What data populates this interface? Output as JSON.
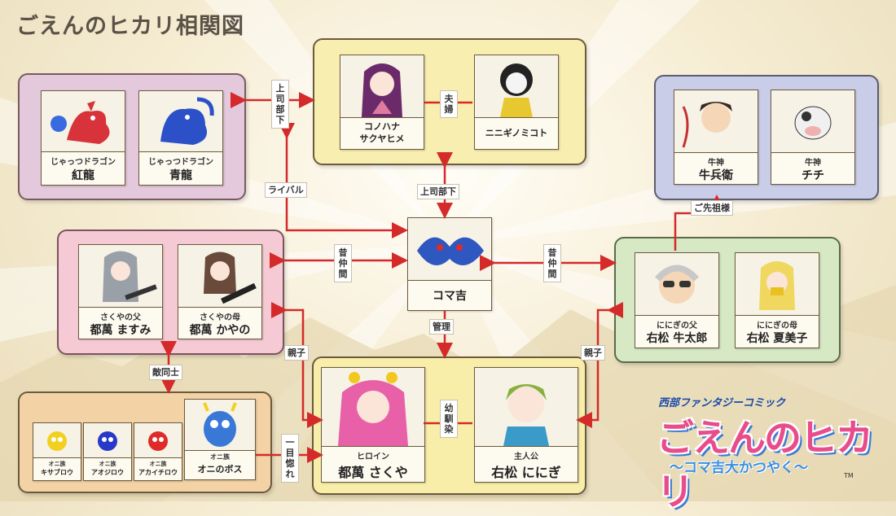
{
  "title": "ごえんのヒカリ相関図",
  "groups": {
    "dragon": {
      "members": [
        {
          "sub": "じゃっつドラゴン",
          "name": "紅龍",
          "icon": "red-dragon",
          "color": "#d8323a"
        },
        {
          "sub": "じゃっつドラゴン",
          "name": "青龍",
          "icon": "blue-dragon",
          "color": "#2c50c8"
        }
      ]
    },
    "god": {
      "members": [
        {
          "name_line1": "コノハナ",
          "name_line2": "サクヤヒメ",
          "icon": "princess-goddess",
          "color": "#6b2a6a"
        },
        {
          "name": "ニニギノミコト",
          "icon": "masked-god",
          "color": "#e8c830"
        }
      ],
      "link": "夫婦"
    },
    "cow": {
      "members": [
        {
          "sub": "牛神",
          "name": "牛兵衛",
          "icon": "bull-god",
          "color": "#3a2a20"
        },
        {
          "sub": "牛神",
          "name": "チチ",
          "icon": "cow",
          "color": "#f0f0f0"
        }
      ]
    },
    "family": {
      "members": [
        {
          "sub": "さくやの父",
          "name": "都萬 ますみ",
          "icon": "guitar-father",
          "color": "#9aa0a8"
        },
        {
          "sub": "さくやの母",
          "name": "都萬 かやの",
          "icon": "guitar-mother",
          "color": "#6a4a3a"
        }
      ]
    },
    "oni": {
      "members": [
        {
          "sub": "オニ族",
          "name": "キサブロウ",
          "icon": "yellow-oni",
          "color": "#f2d020"
        },
        {
          "sub": "オニ族",
          "name": "アオジロウ",
          "icon": "blue-oni",
          "color": "#2838c8"
        },
        {
          "sub": "オニ族",
          "name": "アカイチロウ",
          "icon": "red-oni",
          "color": "#e02a2a"
        },
        {
          "sub": "オニ族",
          "name": "オニのボス",
          "icon": "oni-boss",
          "color": "#3a78d8"
        }
      ]
    },
    "main": {
      "members": [
        {
          "sub": "ヒロイン",
          "name": "都萬 さくや",
          "icon": "heroine",
          "color": "#e860a8"
        },
        {
          "sub": "主人公",
          "name": "右松 ににぎ",
          "icon": "hero",
          "color": "#88b040"
        }
      ],
      "link": "幼馴染"
    },
    "ushi": {
      "members": [
        {
          "sub": "ににぎの父",
          "name": "右松 牛太郎",
          "icon": "sunglasses-father",
          "color": "#c8c8c8"
        },
        {
          "sub": "ににぎの母",
          "name": "右松 夏美子",
          "icon": "blonde-mother",
          "color": "#f0d860"
        }
      ]
    }
  },
  "center": {
    "name": "コマ吉",
    "icon": "koma-dragon",
    "color": "#2e58c0"
  },
  "relations": {
    "dragon_god": "上司部下",
    "rival": "ライバル",
    "center_god": "上司部下",
    "center_family": "昔仲間",
    "center_ushi": "昔仲間",
    "center_main": "管理",
    "cow_ushi": "ご先祖様",
    "family_main": "親子",
    "ushi_main": "親子",
    "family_oni": "敵同士",
    "oni_main": "一目惚れ"
  },
  "logo": {
    "publisher": "西部ファンタジーコミック",
    "title": "ごえんのヒカリ",
    "subtitle": "〜コマ吉大かつやく〜",
    "tm": "TM"
  },
  "colors": {
    "arrow": "#d42a2a",
    "frame": "#6b5a3c"
  }
}
